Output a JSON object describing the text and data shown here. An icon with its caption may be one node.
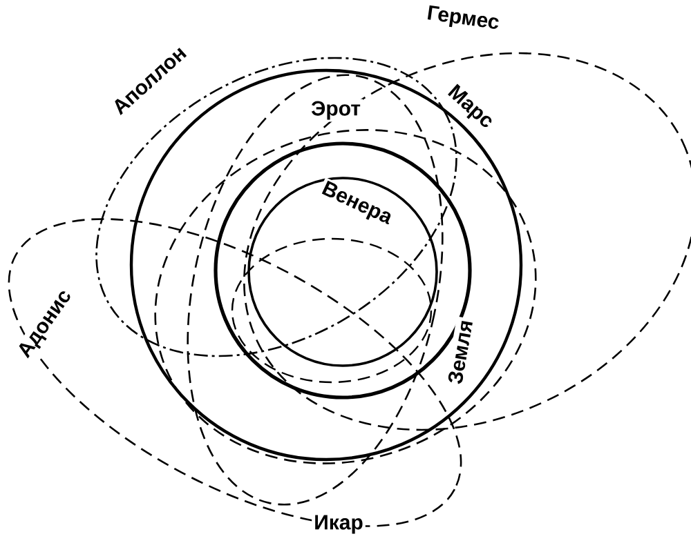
{
  "diagram": {
    "labels": [
      "Гермес",
      "Аполлон",
      "Марс",
      "Эрот",
      "Венера",
      "Адонис",
      "Земля",
      "Икар"
    ]
  }
}
